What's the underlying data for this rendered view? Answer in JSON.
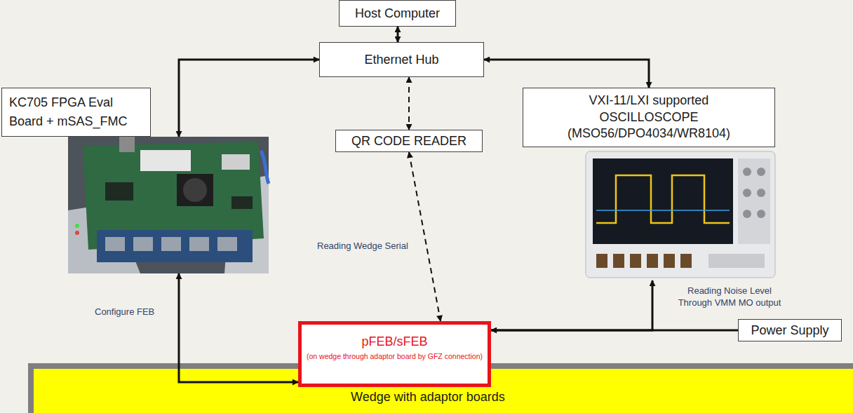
{
  "diagram": {
    "nodes": [
      {
        "text": [
          "Host Computer"
        ]
      },
      {
        "text": [
          "Ethernet Hub"
        ]
      },
      {
        "text": [
          "KC705 FPGA Eval Board + mSAS_FMC"
        ]
      },
      {
        "text": [
          "QR CODE READER"
        ]
      },
      {
        "text": [
          "VXI-11/LXI supported OSCILLOSCOPE (MSO56/DPO4034/WR8104)"
        ]
      },
      {
        "text": [
          "pFEB/sFEB",
          "(on wedge through adaptor board by GFZ connection)"
        ]
      },
      {
        "text": [
          "Power Supply"
        ]
      },
      {
        "text": [
          "Wedge with adaptor boards"
        ]
      }
    ],
    "edges": [
      {
        "from": 0,
        "to": 1,
        "arrow": "both"
      },
      {
        "from": 1,
        "to": 2,
        "arrow": "both"
      },
      {
        "from": 1,
        "to": 4,
        "arrow": "both"
      },
      {
        "from": 1,
        "to": 3,
        "arrow": "both"
      },
      {
        "from": 3,
        "to": 5,
        "label": "Reading Wedge Serial",
        "arrow": "both"
      },
      {
        "from": 2,
        "to": 5,
        "label": "Configure FEB",
        "arrow": "both"
      },
      {
        "from": 6,
        "to": 5,
        "arrow": "to"
      },
      {
        "from": 5,
        "to": 4,
        "label": "Reading Noise Level Through VMM MO output",
        "arrow": "to"
      }
    ]
  }
}
